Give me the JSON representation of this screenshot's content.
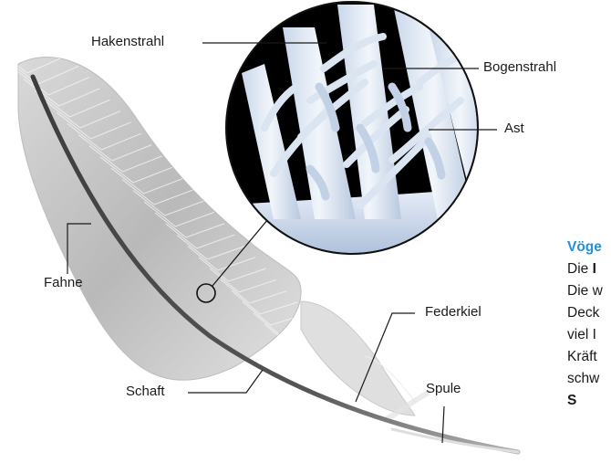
{
  "labels": {
    "hakenstrahl": "Hakenstrahl",
    "bogenstrahl": "Bogenstrahl",
    "ast": "Ast",
    "fahne": "Fahne",
    "federkiel": "Federkiel",
    "schaft": "Schaft",
    "spule": "Spule"
  },
  "side_text": {
    "title": "Vöge",
    "line1_prefix": "Die ",
    "line1_bold": "I",
    "line2": "Die w",
    "line3": "Deck",
    "line4": "viel I",
    "line5": "Kräft",
    "line6": "schw",
    "line7": "S"
  },
  "colors": {
    "accent": "#2a8fd0",
    "magnify_bg": "#000000",
    "barb": "#dfe9f5",
    "feather": "#c9c9c9",
    "shaft": "#555555"
  }
}
